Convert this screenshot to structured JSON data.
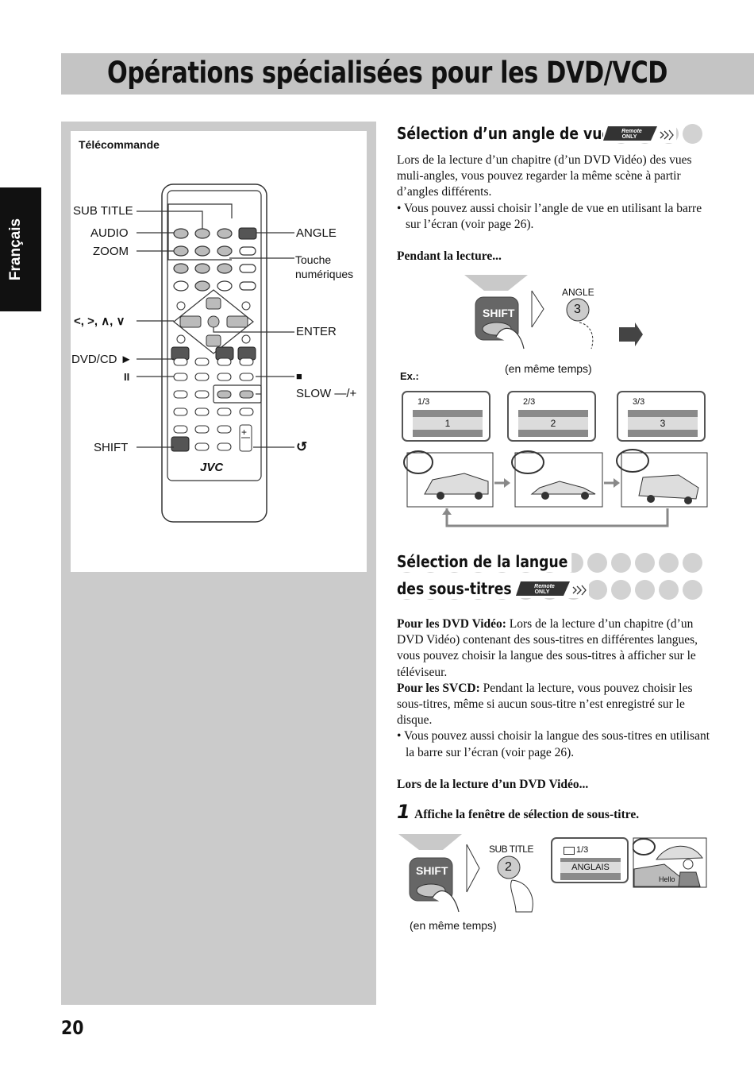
{
  "page": {
    "title": "Opérations spécialisées pour les DVD/VCD",
    "language_tab": "Français",
    "page_number": "20"
  },
  "remote": {
    "heading": "Télécommande",
    "brand": "JVC",
    "labels": {
      "sub_title": "SUB TITLE",
      "audio": "AUDIO",
      "zoom": "ZOOM",
      "arrows": "<, >, ∧, ∨",
      "dvd_cd": "DVD/CD ►",
      "pause": "II",
      "shift": "SHIFT",
      "angle": "ANGLE",
      "touche": "Touche",
      "numeriques": "numériques",
      "enter": "ENTER",
      "stop": "■",
      "slow": "SLOW —/+",
      "return": "↺",
      "plus": "+"
    }
  },
  "section_angle": {
    "title": "Sélection d’un angle de vue",
    "badge_line1": "Remote",
    "badge_line2": "ONLY",
    "p1": "Lors de la lecture d’un chapitre (d’un DVD Vidéo) des vues muli-angles, vous pouvez regarder la même scène à partir d’angles différents.",
    "p2": "• Vous pouvez aussi choisir l’angle de vue en utilisant la barre sur l’écran (voir page 26).",
    "during": "Pendant la lecture...",
    "shift_label": "SHIFT",
    "angle_label": "ANGLE",
    "key": "3",
    "same_time": "(en même temps)",
    "ex": "Ex.:",
    "screens": [
      {
        "top": "1/3",
        "num": "1"
      },
      {
        "top": "2/3",
        "num": "2"
      },
      {
        "top": "3/3",
        "num": "3"
      }
    ]
  },
  "section_subtitle": {
    "title_line1": "Sélection de la langue",
    "title_line2": "des sous-titres",
    "badge_line1": "Remote",
    "badge_line2": "ONLY",
    "dvd_bold": "Pour les DVD Vidéo:",
    "dvd_text": " Lors de la lecture d’un chapitre (d’un DVD Vidéo) contenant des sous-titres en différentes langues, vous pouvez choisir la langue des sous-titres à afficher sur le téléviseur.",
    "svcd_bold": "Pour les  SVCD:",
    "svcd_text": " Pendant la lecture, vous pouvez choisir les sous-titres, même si aucun sous-titre n’est enregistré sur le disque.",
    "bullet": "• Vous pouvez aussi choisir la langue des sous-titres en utilisant la barre sur l’écran (voir page 26).",
    "during": "Lors de la lecture d’un DVD Vidéo...",
    "step_num": "1",
    "step_text": "Affiche la fenêtre de sélection de sous-titre.",
    "shift_label": "SHIFT",
    "sub_title_label": "SUB TITLE",
    "key": "2",
    "same_time": "(en même temps)",
    "screen_top": "1/3",
    "screen_lang": "ANGLAIS",
    "hello": "Hello"
  }
}
